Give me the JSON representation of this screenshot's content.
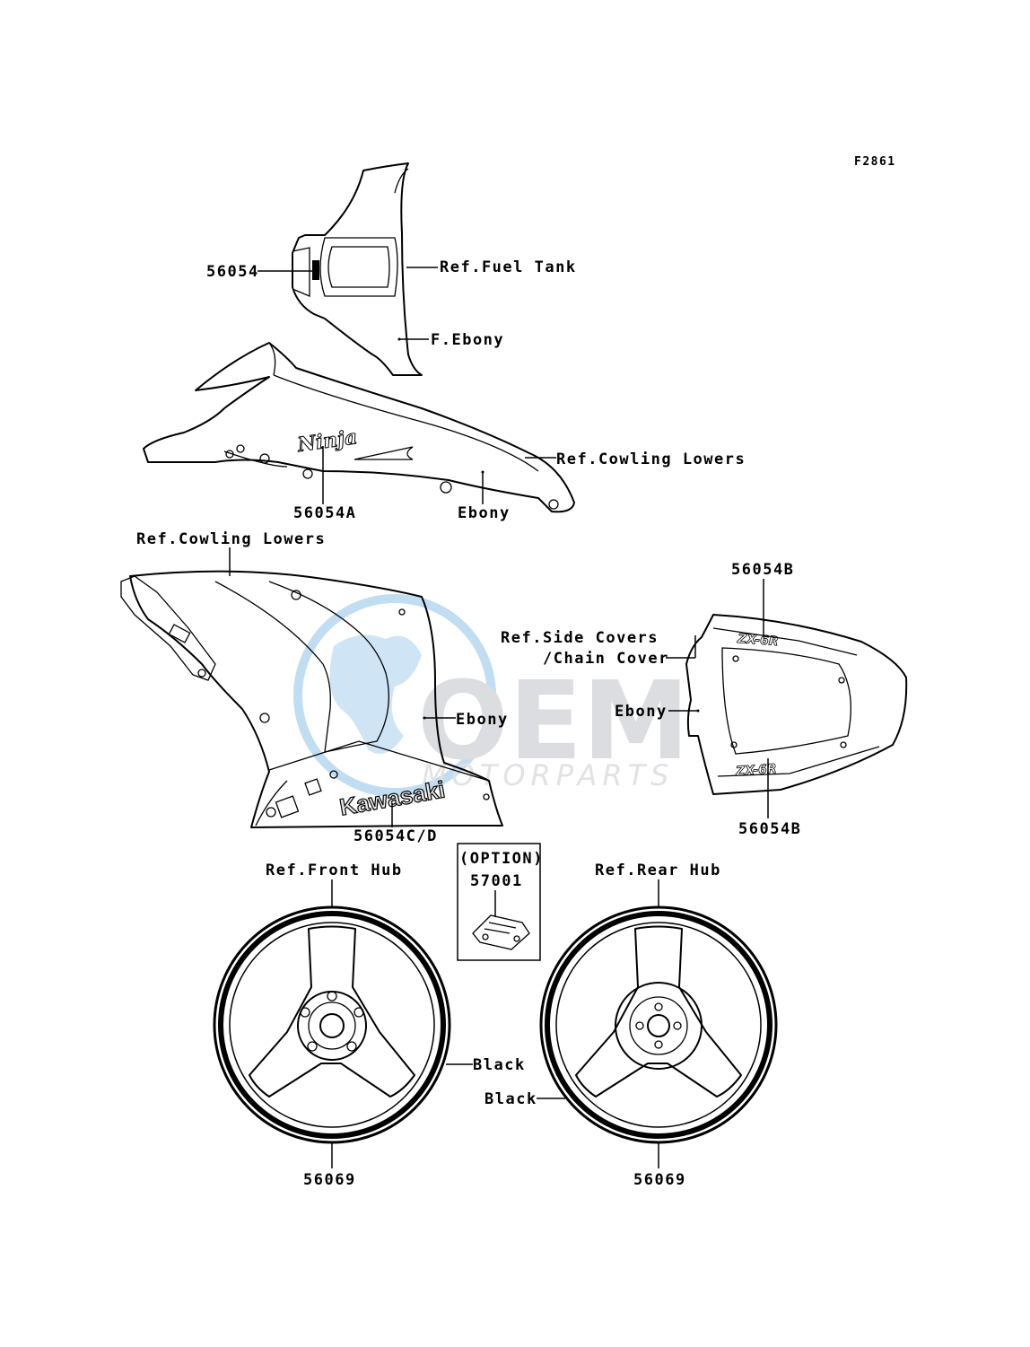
{
  "figure_id": "F2861",
  "watermark": {
    "main": "OEM",
    "sub": "MOTORPARTS",
    "color": "#1e7fc6"
  },
  "decal_texts": {
    "ninja": "Ninja",
    "kawasaki": "Kawasaki",
    "zx": "ZX-6R"
  },
  "labels": {
    "p56054": "56054",
    "ref_fuel_tank": "Ref.Fuel Tank",
    "f_ebony": "F.Ebony",
    "ref_cowling_lowers_1": "Ref.Cowling Lowers",
    "p56054a": "56054A",
    "ebony_1": "Ebony",
    "ref_cowling_lowers_2": "Ref.Cowling Lowers",
    "p56054b_top": "56054B",
    "ref_side_covers": "Ref.Side Covers",
    "chain_cover": "/Chain Cover",
    "ebony_2": "Ebony",
    "ebony_3": "Ebony",
    "p56054cd": "56054C/D",
    "p56054b_bottom": "56054B",
    "option": "(OPTION)",
    "p57001": "57001",
    "ref_front_hub": "Ref.Front Hub",
    "ref_rear_hub": "Ref.Rear Hub",
    "black_1": "Black",
    "black_2": "Black",
    "p56069_front": "56069",
    "p56069_rear": "56069"
  }
}
